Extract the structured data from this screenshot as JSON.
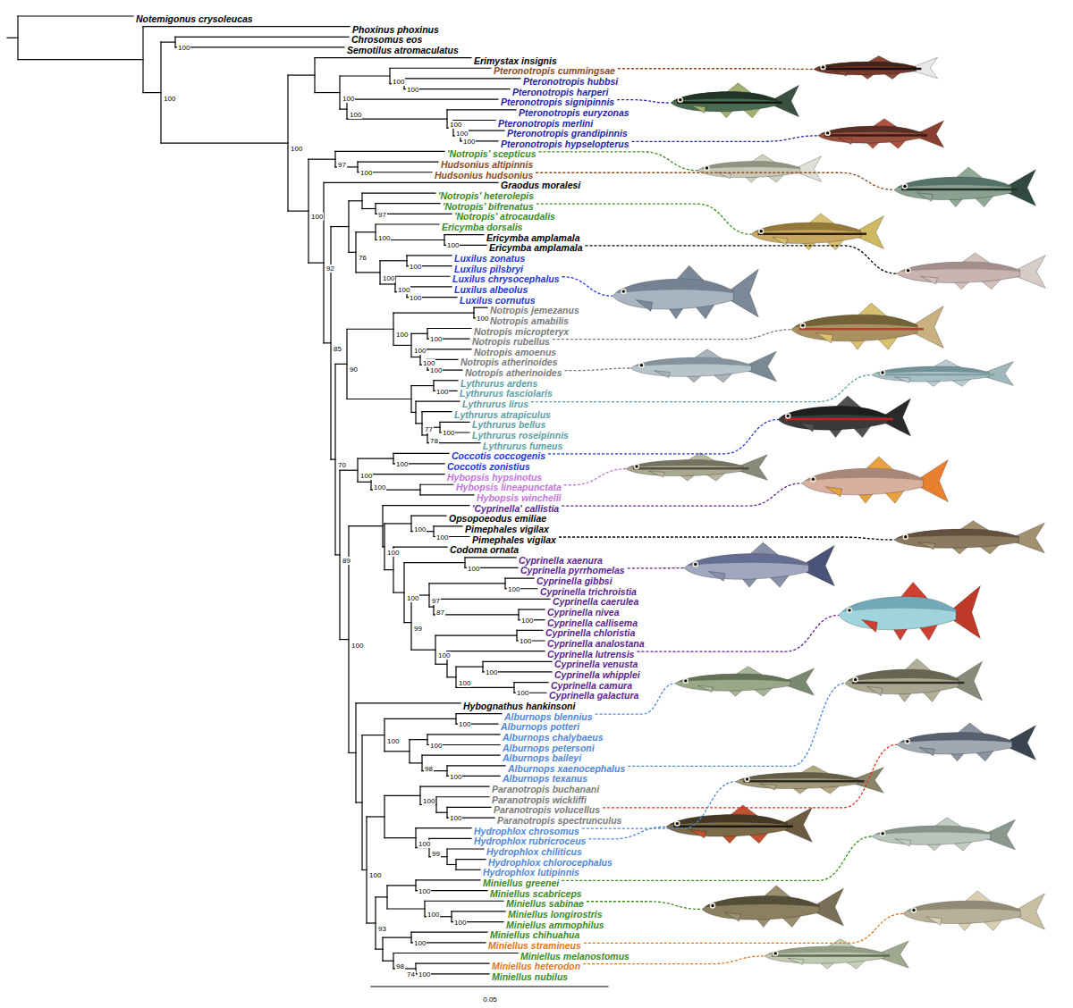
{
  "diagram": {
    "labels": [
      "Notemigonus crysoleucas",
      "Phoxinus phoxinus",
      "Chrosomus eos",
      "Semotilus atromaculatus",
      "Erimystax insignis",
      "Pteronotropis cummingsae",
      "Pteronotropis hubbsi",
      "Pteronotropis harperi",
      "Pteronotropis signipinnis",
      "Pteronotropis euryzonas",
      "Pteronotropis merlini",
      "Pteronotropis grandipinnis",
      "Pteronotropis hypselopterus",
      "'Notropis' scepticus",
      "Hudsonius altipinnis",
      "Hudsonius hudsonius",
      "Graodus moralesi",
      "'Notropis' heterolepis",
      "'Notropis' bifrenatus",
      "'Notropis' atrocaudalis",
      "Ericymba dorsalis",
      "Ericymba amplamala",
      "Ericymba amplamala",
      "Luxilus zonatus",
      "Luxilus pilsbryi",
      "Luxilus chrysocephalus",
      "Luxilus albeolus",
      "Luxilus cornutus",
      "Notropis jemezanus",
      "Notropis amabilis",
      "Notropis micropteryx",
      "Notropis rubellus",
      "Notropis amoenus",
      "Notropis atherinoides",
      "Notropis atherinoides",
      "Lythrurus ardens",
      "Lythrurus fasciolaris",
      "Lythrurus lirus",
      "Lythrurus atrapiculus",
      "Lythrurus bellus",
      "Lythrurus roseipinnis",
      "Lythrurus fumeus",
      "Coccotis coccogenis",
      "Coccotis zonistius",
      "Hybopsis hypsinotus",
      "Hybopsis lineapunctata",
      "Hybopsis winchelli",
      "'Cyprinella' callistia",
      "Opsopoeodus emiliae",
      "Pimephales vigilax",
      "Pimephales vigilax",
      "Codoma ornata",
      "Cyprinella xaenura",
      "Cyprinella pyrrhomelas",
      "Cyprinella gibbsi",
      "Cyprinella trichroistia",
      "Cyprinella caerulea",
      "Cyprinella nivea",
      "Cyprinella callisema",
      "Cyprinella chloristia",
      "Cyprinella analostana",
      "Cyprinella lutrensis",
      "Cyprinella venusta",
      "Cyprinella whipplei",
      "Cyprinella camura",
      "Cyprinella galactura",
      "Hybognathus hankinsoni",
      "Alburnops blennius",
      "Alburnops potteri",
      "Alburnops chalybaeus",
      "Alburnops petersoni",
      "Alburnops baileyi",
      "Alburnops xaenocephalus",
      "Alburnops texanus",
      "Paranotropis buchanani",
      "Paranotropis wickliffi",
      "Paranotropis volucellus",
      "Paranotropis spectrunculus",
      "Hydrophlox chrosomus",
      "Hydrophlox rubricroceus",
      "Hydrophlox chiliticus",
      "Hydrophlox chlorocephalus",
      "Hydrophlox lutipinnis",
      "Miniellus greenei",
      "Miniellus scabriceps",
      "Miniellus sabinae",
      "Miniellus longirostris",
      "Miniellus ammophilus",
      "Miniellus chihuahua",
      "Miniellus stramineus",
      "Miniellus melanostomus",
      "Miniellus heterodon",
      "Miniellus nubilus",
      "100",
      "100",
      "100",
      "100",
      "100",
      "100",
      "100",
      "100",
      "100",
      "100",
      "100",
      "97",
      "100",
      "92",
      "85",
      "97",
      "76",
      "100",
      "100",
      "100",
      "100",
      "100",
      "100",
      "70",
      "90",
      "100",
      "100",
      "100",
      "100",
      "100",
      "100",
      "100",
      "77",
      "78",
      "100",
      "89",
      "100",
      "100",
      "100",
      "100",
      "100",
      "100",
      "100",
      "100",
      "100",
      "99",
      "97",
      "100",
      "87",
      "100",
      "100",
      "100",
      "100",
      "100",
      "100",
      "100",
      "100",
      "100",
      "98",
      "100",
      "100",
      "100",
      "100",
      "100",
      "99",
      "93",
      "100",
      "100",
      "100",
      "100",
      "98",
      "74",
      "100",
      "0.05"
    ]
  }
}
